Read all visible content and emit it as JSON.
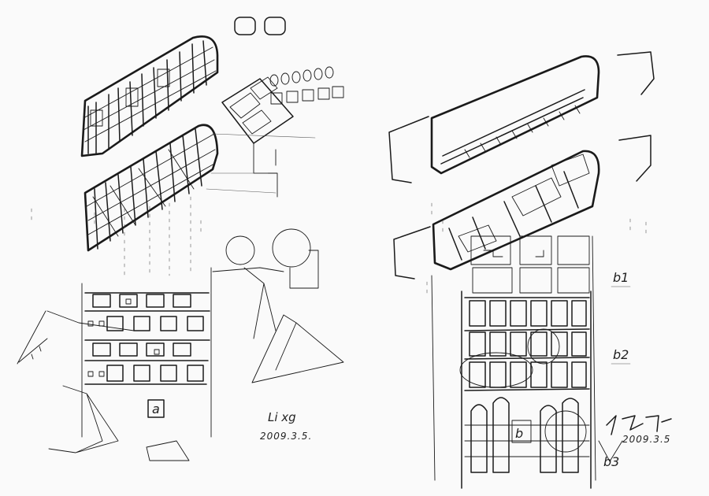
{
  "labels": {
    "a": "a",
    "b1": "b1",
    "b2": "b2",
    "b3": "b3",
    "b_small": "b"
  },
  "signatures": {
    "left_name": "Li xg",
    "left_date": "2009.3.5.",
    "right_date": "2009.3.5"
  },
  "colors": {
    "ink": "#1a1a1a",
    "paper": "#fafafa"
  }
}
